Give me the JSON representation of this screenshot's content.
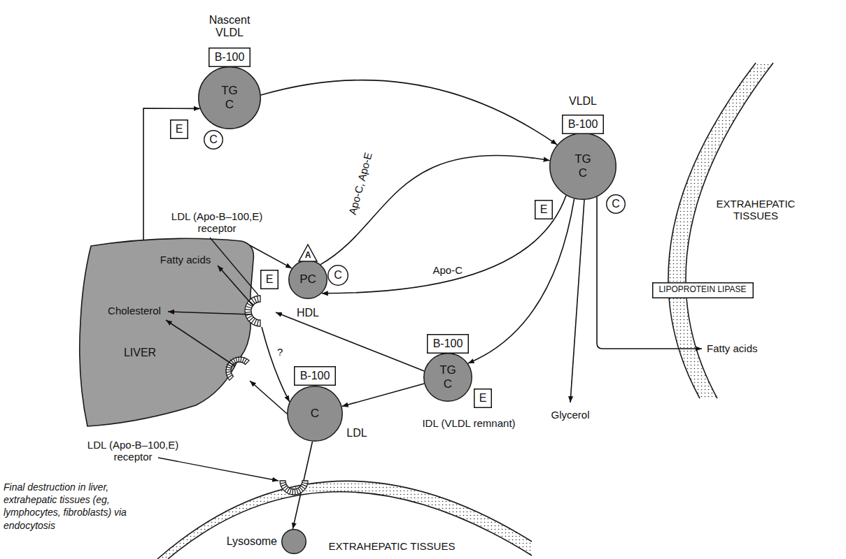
{
  "diagram": {
    "nodes": [
      {
        "text": [
          "Nascent VLDL",
          "TG C"
        ]
      },
      {
        "text": [
          "B-100"
        ]
      },
      {
        "text": [
          "E"
        ]
      },
      {
        "text": [
          "C"
        ]
      },
      {
        "text": [
          "VLDL",
          "TG C"
        ]
      },
      {
        "text": [
          "B-100"
        ]
      },
      {
        "text": [
          "E"
        ]
      },
      {
        "text": [
          "C"
        ]
      },
      {
        "text": [
          "EXTRAHEPATIC TISSUES"
        ]
      },
      {
        "text": [
          "LIPOPROTEIN LIPASE"
        ]
      },
      {
        "text": [
          "Fatty acids",
          "Cholesterol",
          "LIVER"
        ]
      },
      {
        "text": [
          "PC",
          "HDL"
        ]
      },
      {
        "text": [
          "A"
        ]
      },
      {
        "text": [
          "E"
        ]
      },
      {
        "text": [
          "C"
        ]
      },
      {
        "text": [
          "TG C",
          "IDL (VLDL remnant)"
        ]
      },
      {
        "text": [
          "B-100"
        ]
      },
      {
        "text": [
          "E"
        ]
      },
      {
        "text": [
          "C",
          "LDL"
        ]
      },
      {
        "text": [
          "B-100"
        ]
      },
      {
        "text": [
          "EXTRAHEPATIC TISSUES"
        ]
      },
      {
        "text": [
          "Lysosome"
        ],
        "in": 20
      }
    ],
    "edges": [
      {
        "from": 10,
        "to": 0,
        "arrow": "to"
      },
      {
        "from": 0,
        "to": 4,
        "arrow": "to"
      },
      {
        "from": 11,
        "to": 4,
        "label": "Apo-C, Apo-E",
        "arrow": "to"
      },
      {
        "from": 4,
        "to": 11,
        "label": "Apo-C",
        "arrow": "to"
      },
      {
        "from": 10,
        "to": 11,
        "arrow": "to"
      },
      {
        "from": 4,
        "to": 15,
        "arrow": "to"
      },
      {
        "from": 15,
        "to": 18,
        "arrow": "to"
      },
      {
        "from": 15,
        "to": 10,
        "arrow": "to"
      },
      {
        "from": 18,
        "to": 10,
        "arrow": "to"
      },
      {
        "from": 18,
        "to": 21,
        "arrow": "to"
      },
      {
        "from": 10,
        "to": 18,
        "label": "?",
        "arrow": "to"
      }
    ],
    "labels": [
      "LDL (Apo-B–100,E) receptor",
      "Fatty acids",
      "Glycerol",
      "LDL (Apo-B–100,E) receptor",
      "Final destruction in liver, extrahepatic tissues (eg, lymphocytes, fibroblasts) via endocytosis"
    ]
  }
}
